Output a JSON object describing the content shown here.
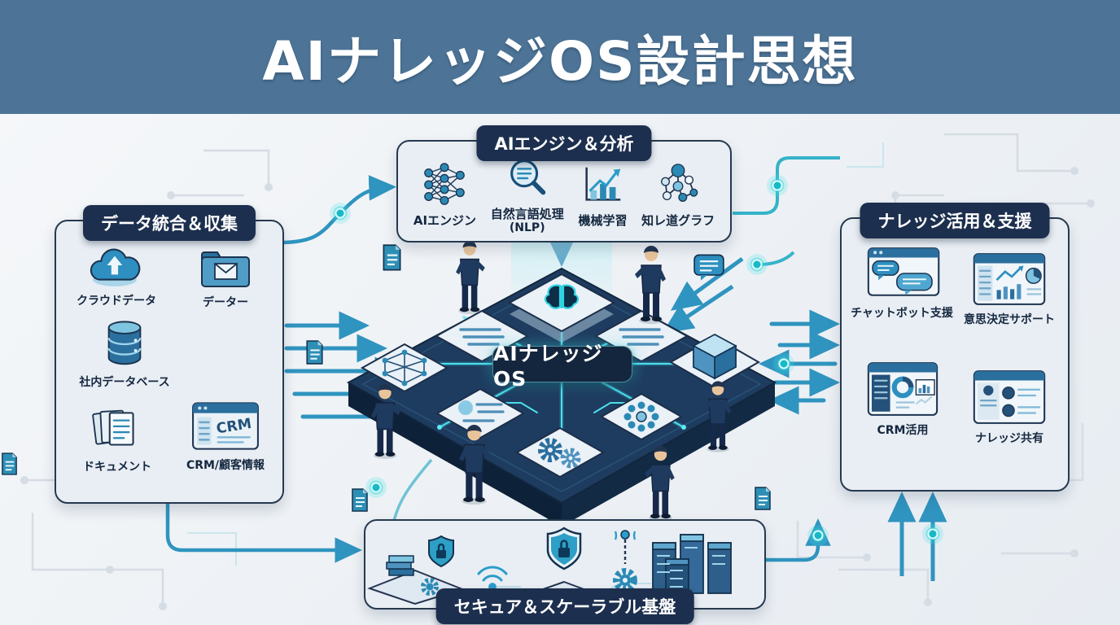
{
  "title": "AIナレッジOS設計思想",
  "center": {
    "label": "AIナレッジOS"
  },
  "sections": {
    "ai_engine": {
      "header": "AIエンジン＆分析",
      "items": [
        {
          "icon": "neural-network-icon",
          "label": "AIエンジン"
        },
        {
          "icon": "nlp-magnifier-icon",
          "label": "自然言語処理",
          "sublabel": "(NLP)"
        },
        {
          "icon": "machine-learning-chart-icon",
          "label": "機械学習"
        },
        {
          "icon": "knowledge-graph-icon",
          "label": "知レ道グラフ"
        }
      ]
    },
    "data_integration": {
      "header": "データ統合＆収集",
      "items": [
        {
          "icon": "cloud-upload-icon",
          "label": "クラウドデータ"
        },
        {
          "icon": "folder-mail-icon",
          "label": "データー"
        },
        {
          "icon": "database-icon",
          "label": "社内データベース"
        },
        {
          "icon": "documents-icon",
          "label": "ドキュメント"
        },
        {
          "icon": "crm-window-icon",
          "label": "CRM/顧客情報",
          "icon_text": "CRM"
        }
      ]
    },
    "knowledge_use": {
      "header": "ナレッジ活用＆支援",
      "items": [
        {
          "icon": "chatbot-window-icon",
          "label": "チャットボット支援"
        },
        {
          "icon": "decision-dashboard-icon",
          "label": "意思決定サポート"
        },
        {
          "icon": "crm-dashboard-icon",
          "label": "CRM活用"
        },
        {
          "icon": "profile-cards-icon",
          "label": "ナレッジ共有"
        }
      ]
    },
    "secure_base": {
      "header": "セキュア＆スケーラブル基盤"
    }
  },
  "colors": {
    "title_bar": "#4d7497",
    "header_pill": "#1d2f4e",
    "box_background": "#e9eef4",
    "box_border": "#26394f",
    "teal_accent": "#2f94bf",
    "cyan_glow": "#3fe0e4",
    "platform_dark": "#1e3c5f",
    "icon_blue": "#2b8ab5"
  }
}
